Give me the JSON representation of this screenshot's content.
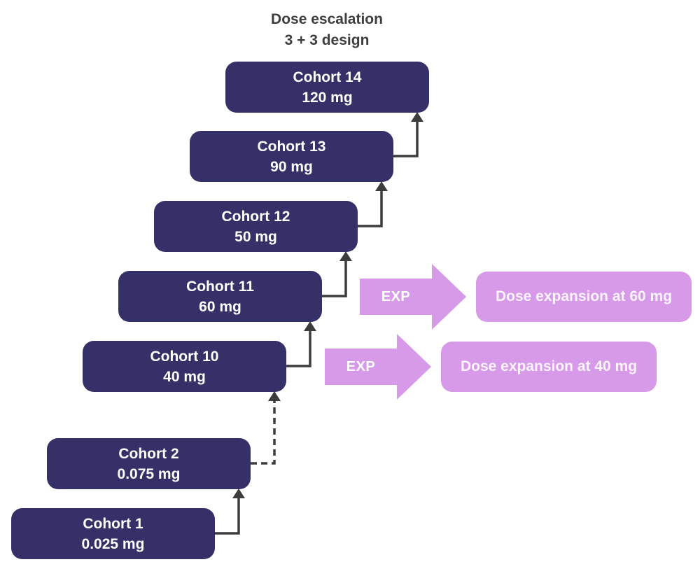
{
  "title": {
    "line1": "Dose escalation",
    "line2": "3 + 3 design"
  },
  "colors": {
    "cohort_box": "#363069",
    "expansion": "#d69ae8",
    "connector": "#3c3c3c",
    "title_text": "#3d3d3d",
    "box_text": "#ffffff",
    "expansion_text": "#fdf4ff"
  },
  "cohorts": [
    {
      "name": "Cohort 14",
      "dose": "120 mg"
    },
    {
      "name": "Cohort 13",
      "dose": "90 mg"
    },
    {
      "name": "Cohort 12",
      "dose": "50 mg"
    },
    {
      "name": "Cohort 11",
      "dose": "60 mg"
    },
    {
      "name": "Cohort 10",
      "dose": "40 mg"
    },
    {
      "name": "Cohort 2",
      "dose": "0.075 mg"
    },
    {
      "name": "Cohort 1",
      "dose": "0.025 mg"
    }
  ],
  "expansions": [
    {
      "arrow_label": "EXP",
      "box_label": "Dose expansion at 60 mg"
    },
    {
      "arrow_label": "EXP",
      "box_label": "Dose expansion at 40 mg"
    }
  ]
}
